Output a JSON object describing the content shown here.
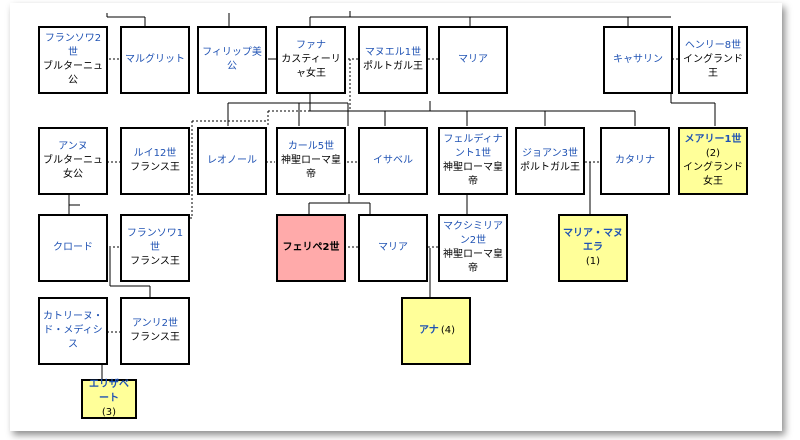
{
  "people": {
    "francois2": {
      "name": "フランソワ2世",
      "title": "ブルターニュ公"
    },
    "marguerite": {
      "name": "マルグリット"
    },
    "philippe": {
      "name": "フィリップ美公"
    },
    "juana": {
      "name": "ファナ",
      "title": "カスティーリャ女王"
    },
    "manuel1": {
      "name": "マヌエル1世",
      "title": "ポルトガル王"
    },
    "maria_top": {
      "name": "マリア"
    },
    "catherine_aragon": {
      "name": "キャサリン"
    },
    "henry8": {
      "name": "ヘンリー8世",
      "title": "イングランド王"
    },
    "anne": {
      "name": "アンヌ",
      "title": "ブルターニュ女公"
    },
    "louis12": {
      "name": "ルイ12世",
      "title": "フランス王"
    },
    "eleonore": {
      "name": "レオノール"
    },
    "charles5": {
      "name": "カール5世",
      "title": "神聖ローマ皇帝"
    },
    "isabel": {
      "name": "イサベル"
    },
    "ferdinand1": {
      "name": "フェルディナント1世",
      "title": "神聖ローマ皇帝"
    },
    "joao3": {
      "name": "ジョアン3世",
      "title": "ポルトガル王"
    },
    "catalina": {
      "name": "カタリナ"
    },
    "mary1": {
      "name": "メアリー1世",
      "order": "(2)",
      "title": "イングランド女王"
    },
    "claude": {
      "name": "クロード"
    },
    "francois1": {
      "name": "フランソワ1世",
      "title": "フランス王"
    },
    "philip2": {
      "name": "フェリペ2世"
    },
    "maria_mid": {
      "name": "マリア"
    },
    "maximilian2": {
      "name": "マクシミリアン2世",
      "title": "神聖ローマ皇帝"
    },
    "maria_manuela": {
      "name": "マリア・マヌエラ",
      "order": "(1)"
    },
    "catherine_medici": {
      "name": "カトリーヌ・ド・メディシス"
    },
    "henri2": {
      "name": "アンリ2世",
      "title": "フランス王"
    },
    "ana": {
      "name": "アナ",
      "order": "(4)"
    },
    "elisabeth": {
      "name": "エリザベート",
      "order": "(3)"
    }
  }
}
